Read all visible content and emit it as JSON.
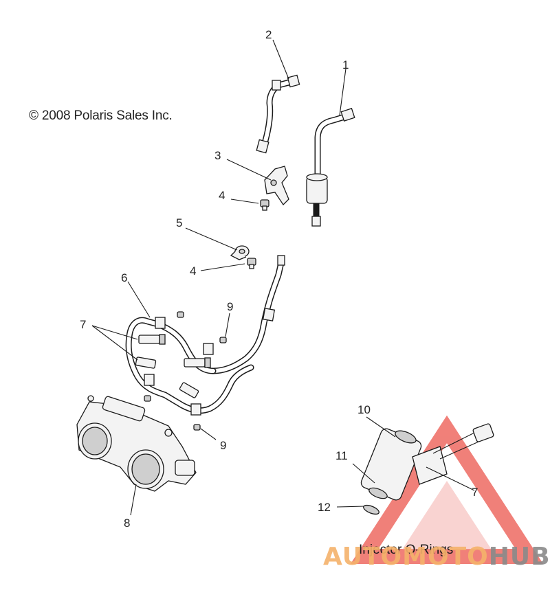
{
  "copyright": "© 2008 Polaris Sales Inc.",
  "callouts": {
    "c1": "1",
    "c2": "2",
    "c3": "3",
    "c4a": "4",
    "c5": "5",
    "c4b": "4",
    "c6": "6",
    "c7a": "7",
    "c9a": "9",
    "c9b": "9",
    "c8": "8",
    "c10": "10",
    "c11": "11",
    "c12": "12",
    "c7b": "7"
  },
  "inset_caption": "Injector O-Rings",
  "watermark": {
    "part1": "AUTOMOTO",
    "part2": "HUB",
    "color_orange": "#f5b26b",
    "color_red": "#e8473a",
    "color_gray": "#8a8a8a"
  }
}
